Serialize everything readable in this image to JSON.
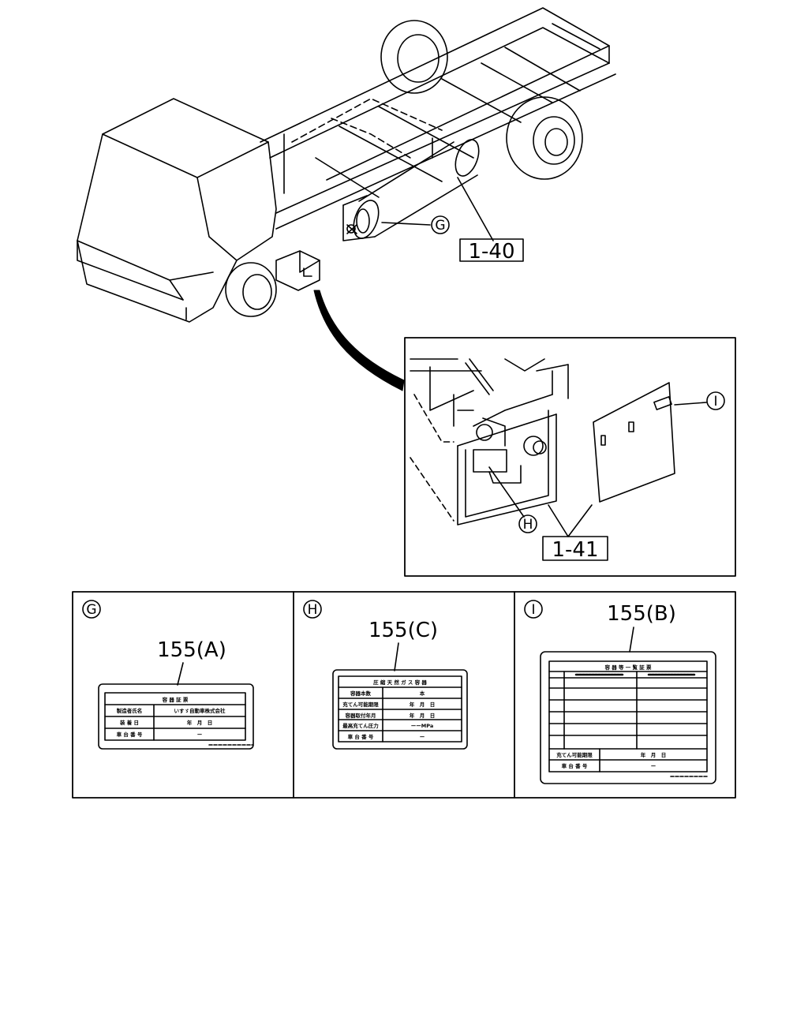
{
  "callouts": {
    "g": "G",
    "h": "H",
    "i": "I",
    "part_1_40": "1-40",
    "part_1_41": "1-41"
  },
  "panels": [
    {
      "marker": "G",
      "part": "155(A)",
      "title": "容 器 証 票",
      "rows": [
        [
          "製造者氏名",
          "いすゞ自動車株式会社"
        ],
        [
          "装 着 日",
          "年　月　日"
        ],
        [
          "車 台 番 号",
          "ー"
        ]
      ]
    },
    {
      "marker": "H",
      "part": "155(C)",
      "title": "圧 縮 天 然 ガ ス 容 器",
      "rows": [
        [
          "容器本数",
          "本"
        ],
        [
          "充てん可能期限",
          "年　月　日"
        ],
        [
          "容器取付年月",
          "年　月　日"
        ],
        [
          "最高充てん圧力",
          "ーーMPa"
        ],
        [
          "車 台 番 号",
          "ー"
        ]
      ]
    },
    {
      "marker": "I",
      "part": "155(B)",
      "title": "容 器 等 一 覧 証 票",
      "rows": [
        [
          "充てん可能期限",
          "年　月　日"
        ],
        [
          "車 台 番 号",
          "ー"
        ]
      ]
    }
  ]
}
